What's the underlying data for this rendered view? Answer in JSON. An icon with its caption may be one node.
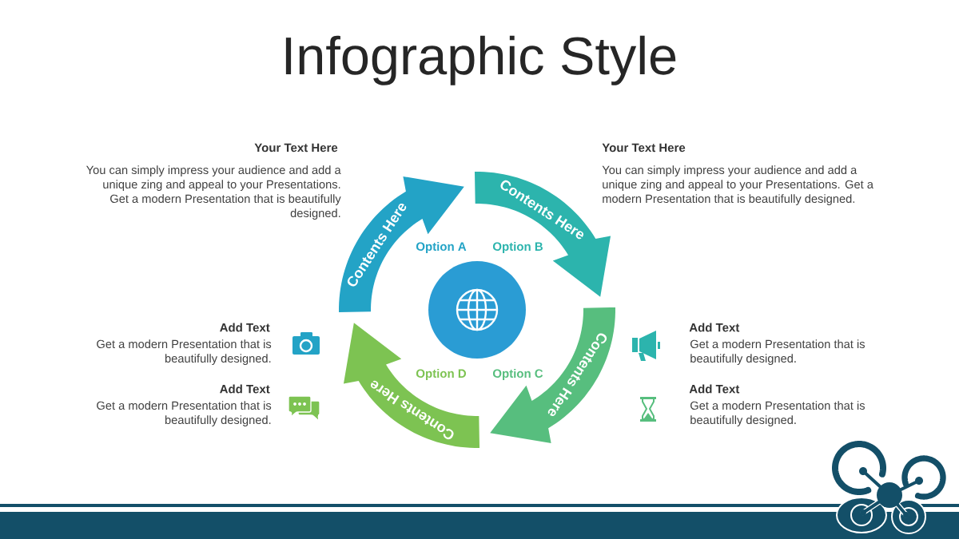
{
  "diagram": {
    "title": "Infographic Style",
    "nodes": [
      {
        "text": [
          "Contents Here"
        ],
        "beside": [
          "Option A"
        ]
      },
      {
        "text": [
          "Contents Here"
        ],
        "beside": [
          "Option B"
        ]
      },
      {
        "text": [
          "Contents Here"
        ],
        "beside": [
          "Option C"
        ]
      },
      {
        "text": [
          "Contents Here"
        ],
        "beside": [
          "Option D"
        ]
      },
      {
        "text": [],
        "shape": "circle"
      }
    ],
    "labels": [
      "Your Text Here",
      "You can simply impress your audience and add a unique zing and appeal to your Presentations. Get a modern Presentation that is beautifully designed.",
      "Your Text Here",
      "You can simply impress your audience and add a unique zing and appeal to your Presentations. Get a modern Presentation that is beautifully designed.",
      "Add Text",
      "Get a modern Presentation that is beautifully designed.",
      "Add Text",
      "Get a modern Presentation that is beautifully designed.",
      "Add Text",
      "Get a modern Presentation that is beautifully designed.",
      "Add Text",
      "Get a modern Presentation that is beautifully designed."
    ]
  }
}
